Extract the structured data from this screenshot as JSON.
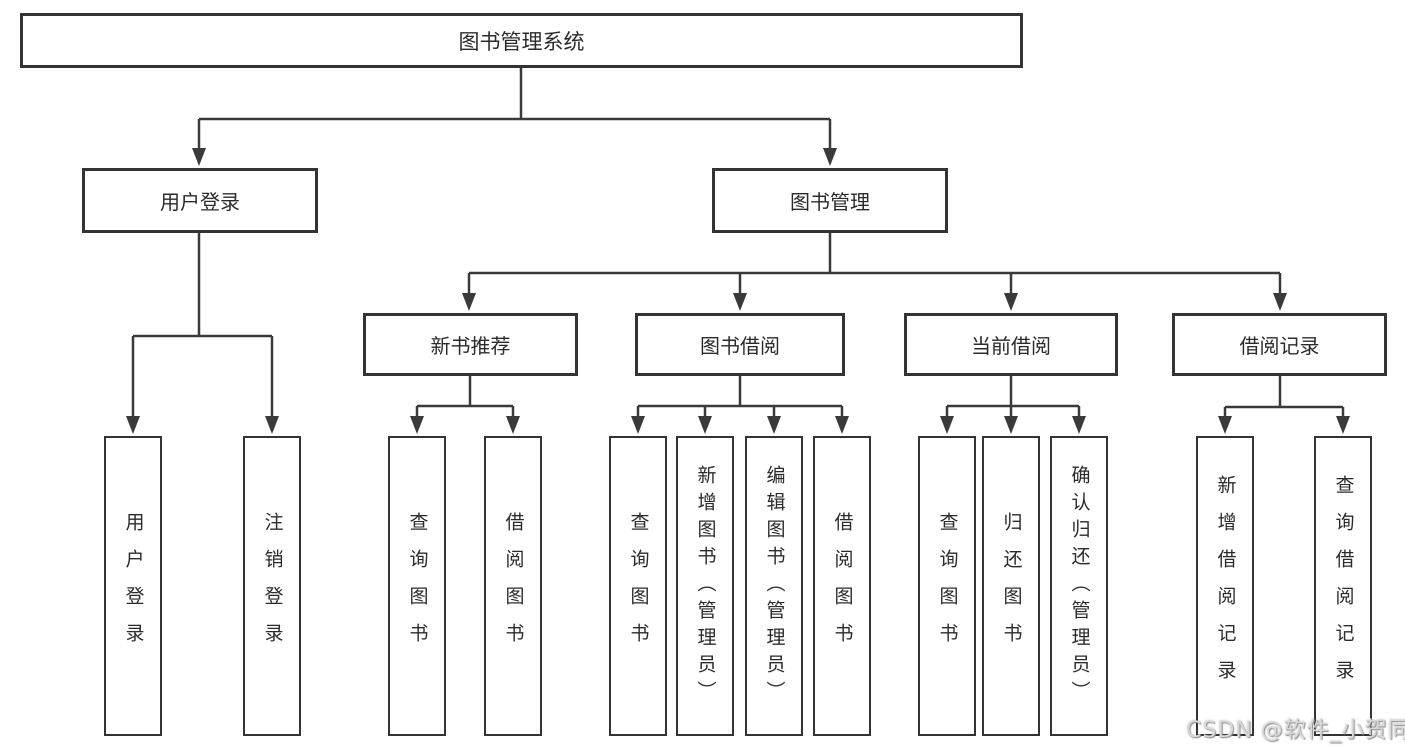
{
  "diagram": {
    "nodes": {
      "root": "图书管理系统",
      "user_login": "用户登录",
      "book_mgmt": "图书管理",
      "new_book_rec": "新书推荐",
      "book_borrow": "图书借阅",
      "current_borrow": "当前借阅",
      "borrow_record": "借阅记录",
      "leaves": {
        "user_login_leaf": "用户登录",
        "logout": "注销登录",
        "rec_query": "查询图书",
        "rec_borrow": "借阅图书",
        "bb_query": "查询图书",
        "bb_add": "新增图书（管理员）",
        "bb_edit": "编辑图书（管理员）",
        "bb_borrow": "借阅图书",
        "cb_query": "查询图书",
        "cb_return": "归还图书",
        "cb_confirm": "确认归还（管理员）",
        "br_add": "新增借阅记录",
        "br_query": "查询借阅记录"
      }
    },
    "colors": {
      "line": "#3a3a3a",
      "box_border": "#333333",
      "text": "#2b2b2b",
      "watermark_text": "#d8d8d8",
      "background": "#ffffff"
    }
  },
  "watermark": "CSDN @软件_小贺同学"
}
